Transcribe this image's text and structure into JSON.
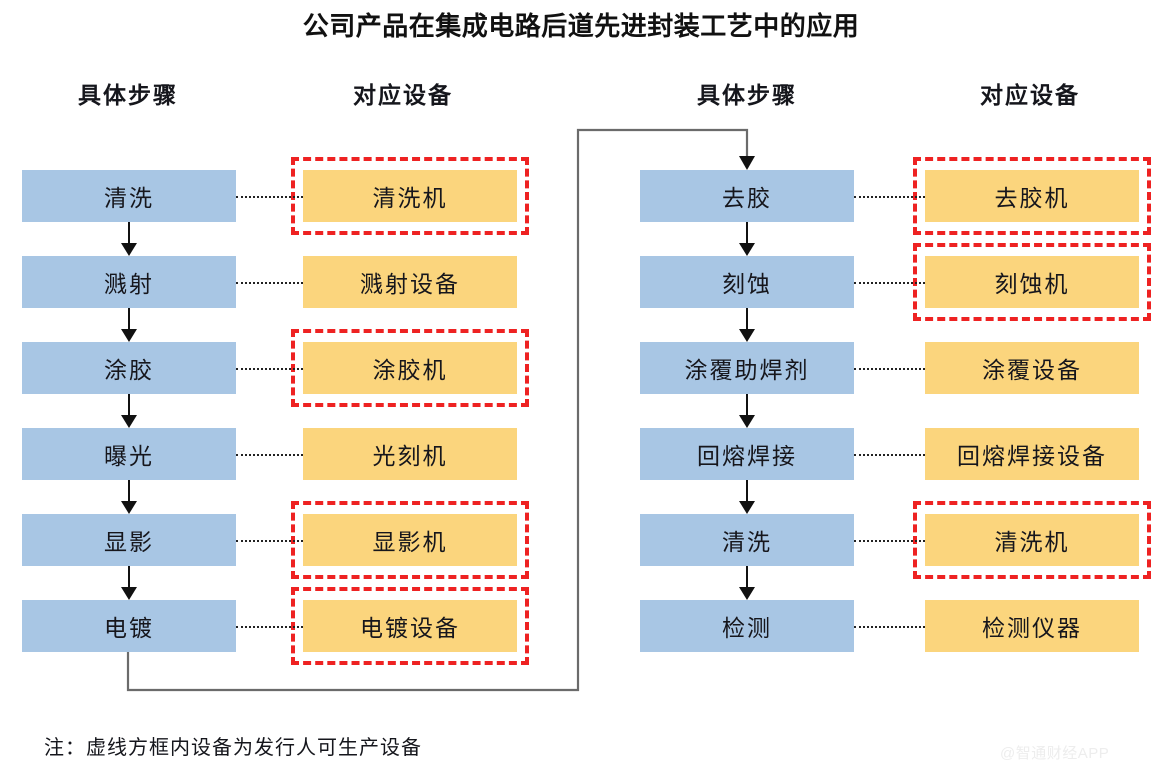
{
  "title": "公司产品在集成电路后道先进封装工艺中的应用",
  "headers": {
    "steps_left": "具体步骤",
    "equipment_left": "对应设备",
    "steps_right": "具体步骤",
    "equipment_right": "对应设备"
  },
  "colors": {
    "step_box": "#a8c6e4",
    "equipment_box": "#fbd57d",
    "highlight_dashed": "#ee2222",
    "arrow": "#111111",
    "watermark": "#ededed"
  },
  "flow": {
    "left_column": [
      {
        "step": "清洗",
        "equipment": "清洗机",
        "producible": true
      },
      {
        "step": "溅射",
        "equipment": "溅射设备",
        "producible": false
      },
      {
        "step": "涂胶",
        "equipment": "涂胶机",
        "producible": true
      },
      {
        "step": "曝光",
        "equipment": "光刻机",
        "producible": false
      },
      {
        "step": "显影",
        "equipment": "显影机",
        "producible": true
      },
      {
        "step": "电镀",
        "equipment": "电镀设备",
        "producible": true
      }
    ],
    "right_column": [
      {
        "step": "去胶",
        "equipment": "去胶机",
        "producible": true
      },
      {
        "step": "刻蚀",
        "equipment": "刻蚀机",
        "producible": true
      },
      {
        "step": "涂覆助焊剂",
        "equipment": "涂覆设备",
        "producible": false
      },
      {
        "step": "回熔焊接",
        "equipment": "回熔焊接设备",
        "producible": false
      },
      {
        "step": "清洗",
        "equipment": "清洗机",
        "producible": true
      },
      {
        "step": "检测",
        "equipment": "检测仪器",
        "producible": false
      }
    ]
  },
  "note": "注：虚线方框内设备为发行人可生产设备",
  "watermark": "@智通财经APP"
}
